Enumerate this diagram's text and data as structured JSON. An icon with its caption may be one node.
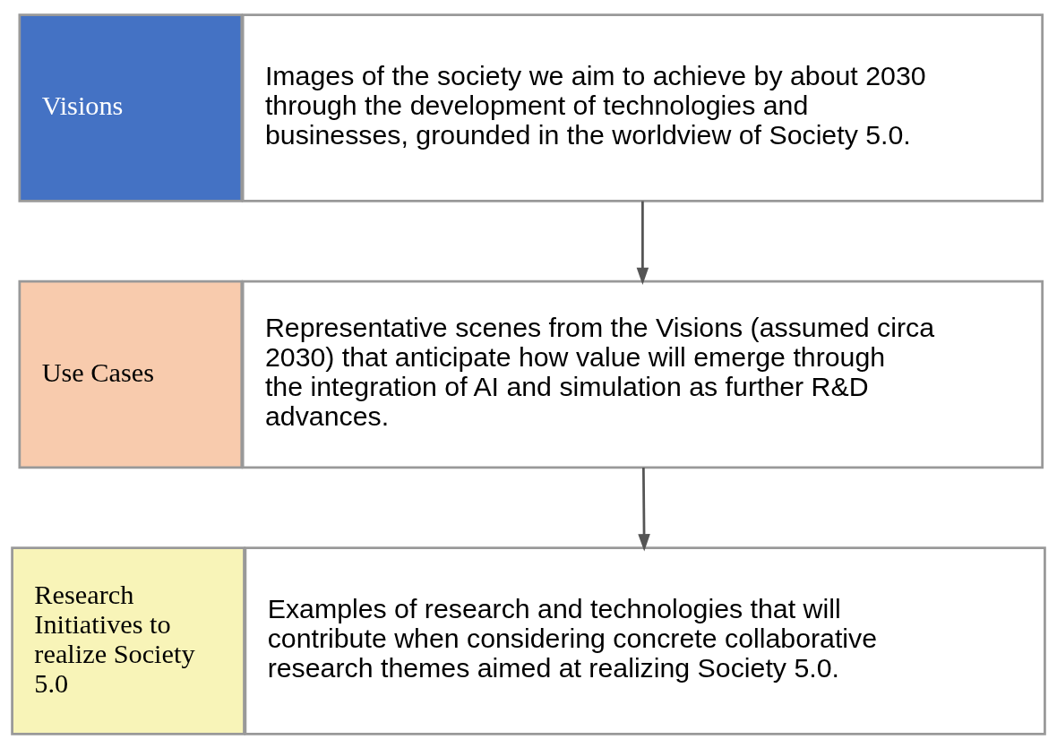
{
  "diagram": {
    "nodes": [
      {
        "text": [
          "Visions"
        ]
      },
      {
        "text": [
          "Images of the society we aim to achieve by about 2030 through the development of technologies and businesses, grounded in the worldview of Society 5.0."
        ]
      },
      {
        "text": [
          "Use Cases"
        ]
      },
      {
        "text": [
          "Representative scenes from the Visions (assumed circa 2030) that anticipate how value will emerge through the integration of AI and simulation as further R&D advances."
        ]
      },
      {
        "text": [
          "Research Initiatives to realize Society 5.0"
        ]
      },
      {
        "text": [
          "Examples of research and technologies that will contribute when considering concrete collaborative research themes aimed at realizing Society 5.0."
        ]
      }
    ],
    "edges": [
      {
        "from": 1,
        "to": 3,
        "arrow": "to"
      },
      {
        "from": 3,
        "to": 5,
        "arrow": "to"
      }
    ]
  }
}
